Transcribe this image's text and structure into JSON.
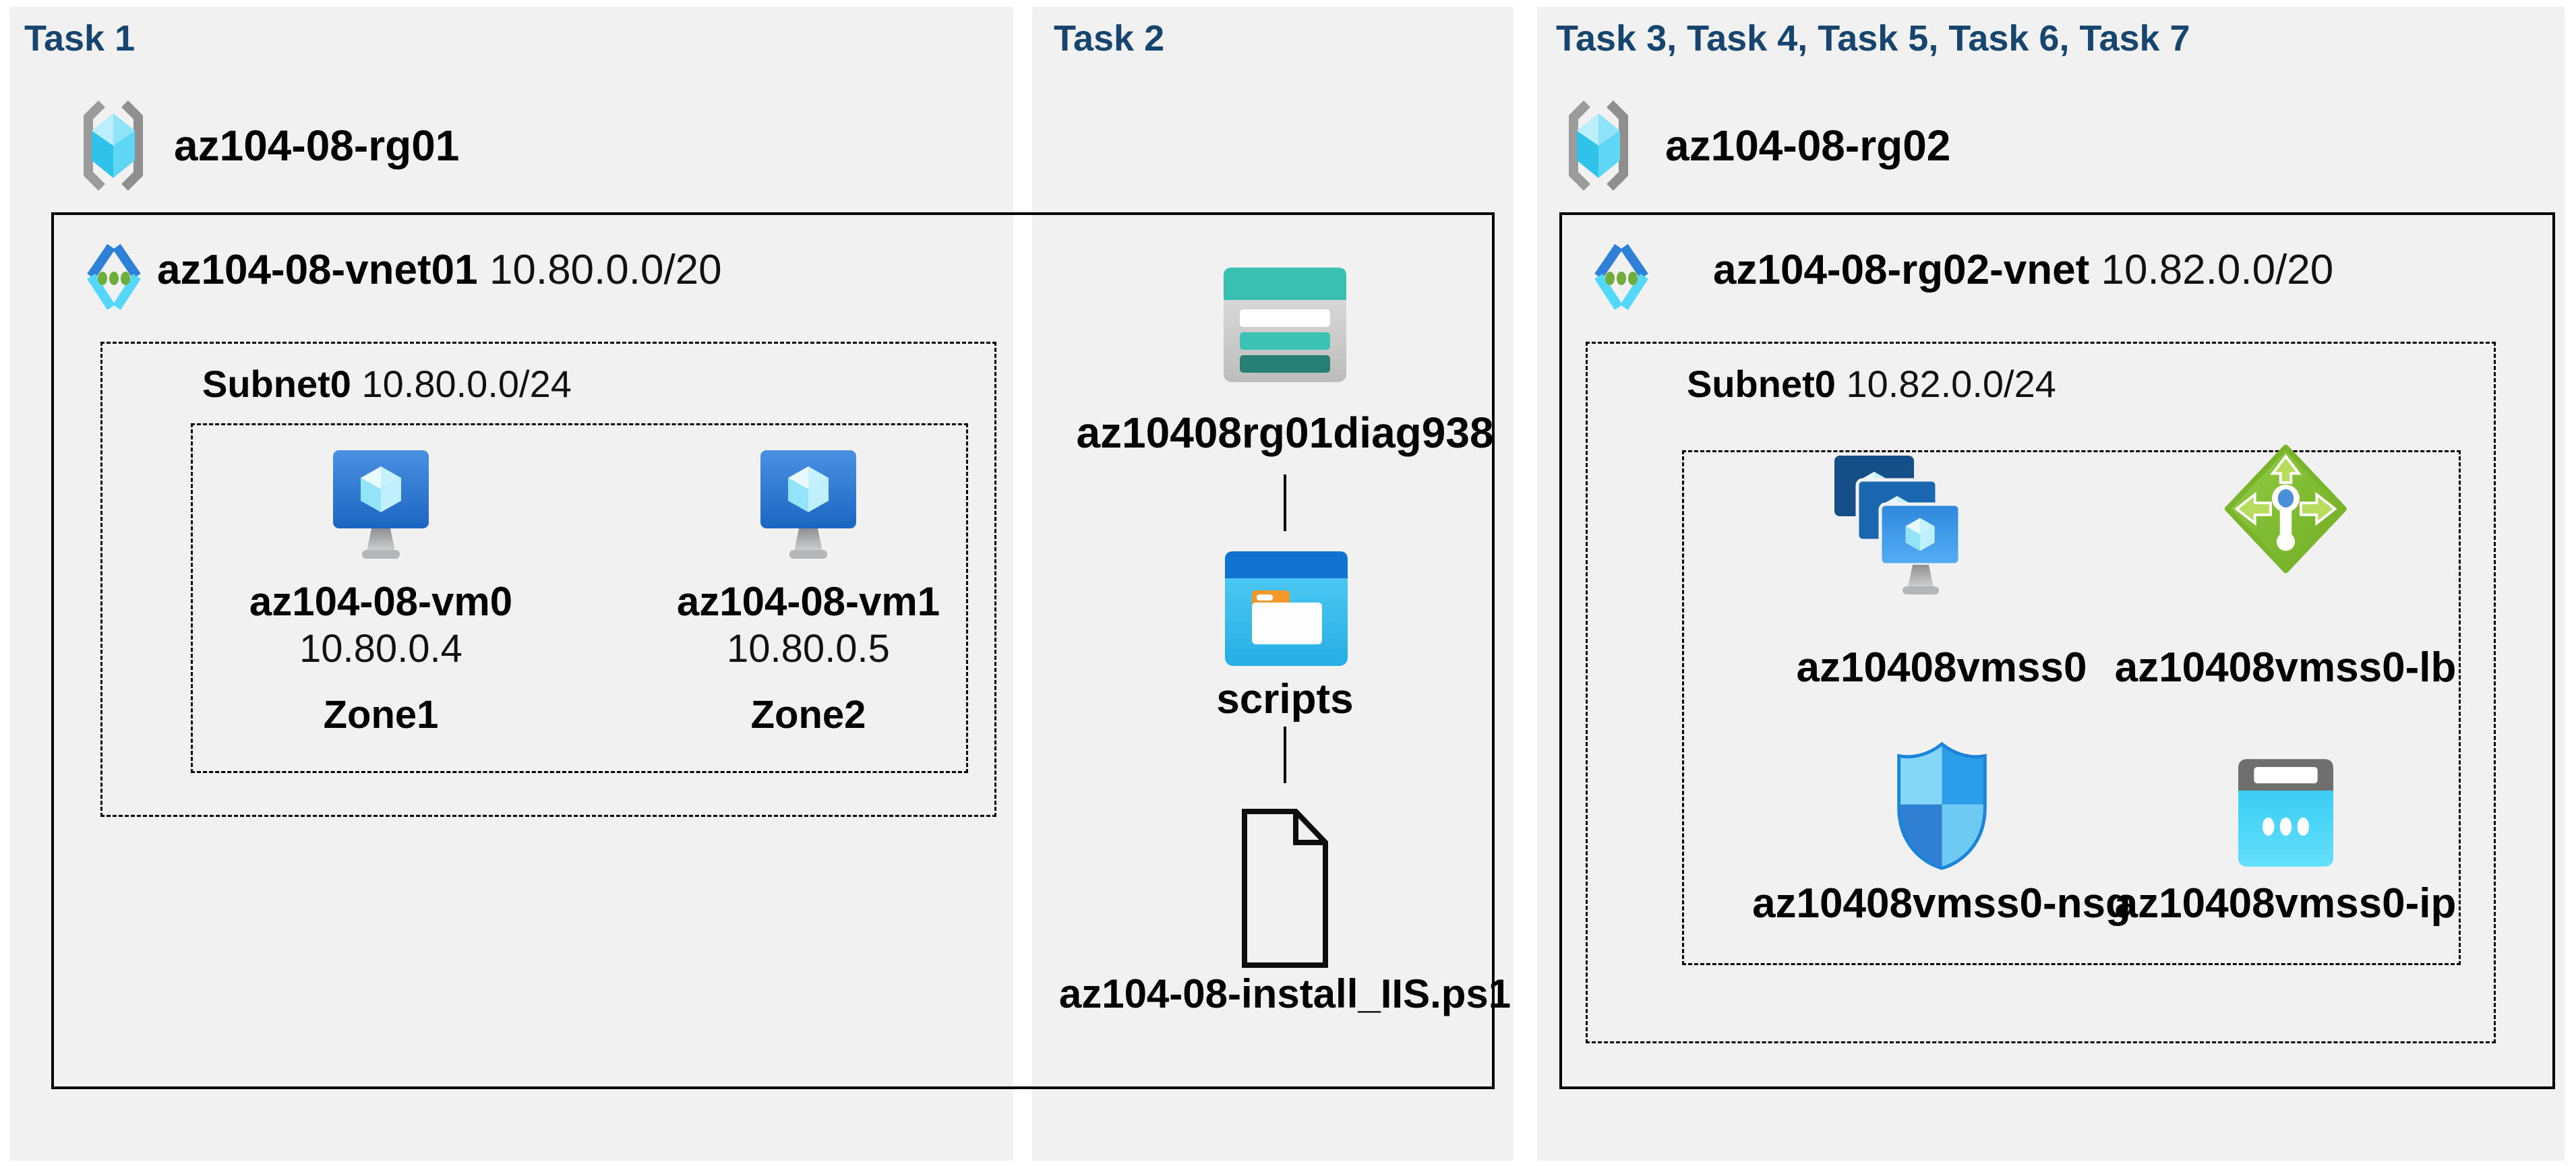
{
  "colors": {
    "panel_bg": "#f1f1f2",
    "title_blue": "#17456e",
    "line_black": "#000000",
    "storage_teal": "#39c0b3",
    "folder_blue": "#1172d0",
    "lb_green": "#7cb82f",
    "vm_blue": "#2e7fd6",
    "ip_cyan": "#41d0f4"
  },
  "task1": {
    "title": "Task 1",
    "resource_group": {
      "name": "az104-08-rg01",
      "icon": "resource-group-icon"
    },
    "vnet": {
      "name": "az104-08-vnet01",
      "cidr": "10.80.0.0/20",
      "icon": "virtual-network-icon"
    },
    "subnet": {
      "name": "Subnet0",
      "cidr": "10.80.0.0/24"
    },
    "vms": [
      {
        "name": "az104-08-vm0",
        "ip": "10.80.0.4",
        "zone": "Zone1",
        "icon": "virtual-machine-icon"
      },
      {
        "name": "az104-08-vm1",
        "ip": "10.80.0.5",
        "zone": "Zone2",
        "icon": "virtual-machine-icon"
      }
    ]
  },
  "task2": {
    "title": "Task 2",
    "storage_account": {
      "name": "az10408rg01diag938",
      "icon": "storage-account-icon"
    },
    "container": {
      "name": "scripts",
      "icon": "blob-container-icon"
    },
    "file": {
      "name": "az104-08-install_IIS.ps1",
      "icon": "file-document-icon"
    }
  },
  "task3": {
    "title": "Task 3, Task 4, Task 5, Task 6, Task 7",
    "resource_group": {
      "name": "az104-08-rg02",
      "icon": "resource-group-icon"
    },
    "vnet": {
      "name": "az104-08-rg02-vnet",
      "cidr": "10.82.0.0/20",
      "icon": "virtual-network-icon"
    },
    "subnet": {
      "name": "Subnet0",
      "cidr": "10.82.0.0/24"
    },
    "resources": [
      {
        "name": "az10408vmss0",
        "icon": "vm-scale-set-icon"
      },
      {
        "name": "az10408vmss0-lb",
        "icon": "load-balancer-icon"
      },
      {
        "name": "az10408vmss0-nsg",
        "icon": "network-security-group-icon"
      },
      {
        "name": "az10408vmss0-ip",
        "icon": "public-ip-icon"
      }
    ]
  }
}
